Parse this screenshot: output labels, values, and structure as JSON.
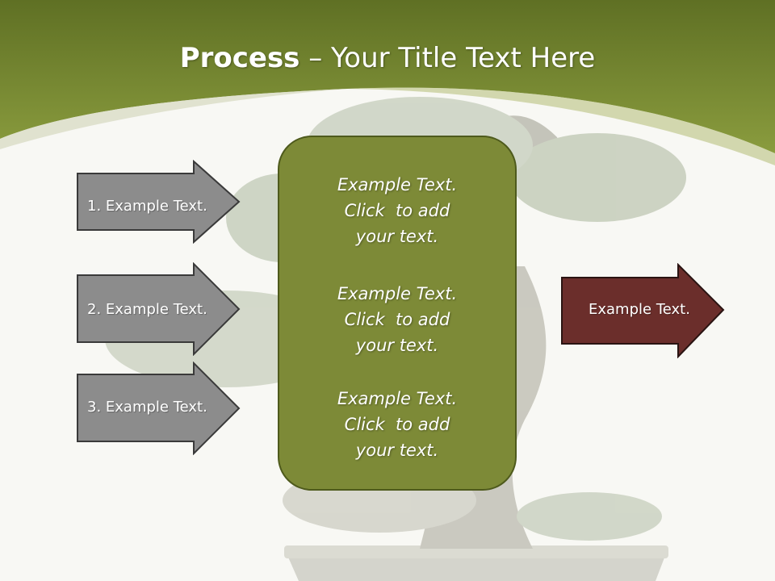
{
  "title": {
    "bold": "Process",
    "rest": " – Your Title Text Here"
  },
  "inputs": [
    {
      "label": "1. Example Text."
    },
    {
      "label": "2. Example Text."
    },
    {
      "label": "3. Example Text."
    }
  ],
  "center_blocks": [
    {
      "lines": [
        "Example Text.",
        "Click  to add",
        "your text."
      ]
    },
    {
      "lines": [
        "Example Text.",
        "Click  to add",
        "your text."
      ]
    },
    {
      "lines": [
        "Example Text.",
        "Click  to add",
        "your text."
      ]
    }
  ],
  "output": {
    "label": "Example Text."
  },
  "colors": {
    "header_green": "#7a8c33",
    "box_green": "#7d8a37",
    "input_arrow": "#8c8c8c",
    "output_arrow": "#6b2e2b"
  }
}
